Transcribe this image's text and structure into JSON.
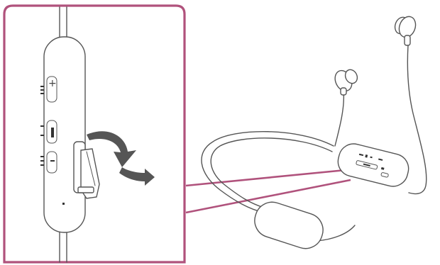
{
  "figure": {
    "callout_frame_color": "#b0527c",
    "line_color": "#555555",
    "remote": {
      "plus_mark": "+",
      "minus_mark": "−",
      "control_count": 3,
      "state": "cover opened outward"
    },
    "open_direction_arrow": "curved-arrow-icon",
    "parts": [
      "left-earbud",
      "right-earbud",
      "neckband-cable",
      "battery-unit",
      "remote-control-unit"
    ]
  }
}
